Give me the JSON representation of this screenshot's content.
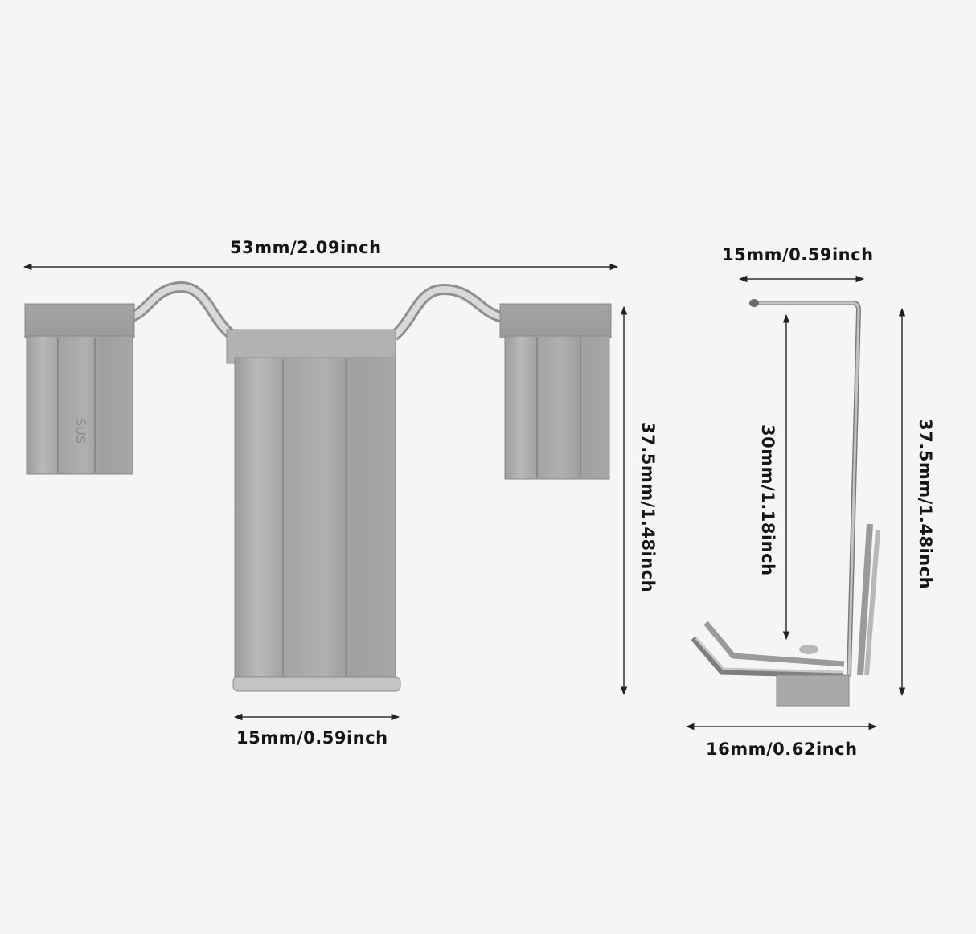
{
  "figure": {
    "description": "Product dimension diagram of a stainless steel spring clip, front view and side view",
    "background_color": "#f5f5f3",
    "metal_color": "#a9a9a7",
    "front_view": {
      "width_label": "53mm/2.09inch",
      "height_label": "37.5mm/1.48inch",
      "bottom_width_label": "15mm/0.59inch",
      "stamp_text": "SUS"
    },
    "side_view": {
      "top_width_label": "15mm/0.59inch",
      "inner_height_label": "30mm/1.18inch",
      "height_label": "37.5mm/1.48inch",
      "bottom_width_label": "16mm/0.62inch"
    }
  }
}
